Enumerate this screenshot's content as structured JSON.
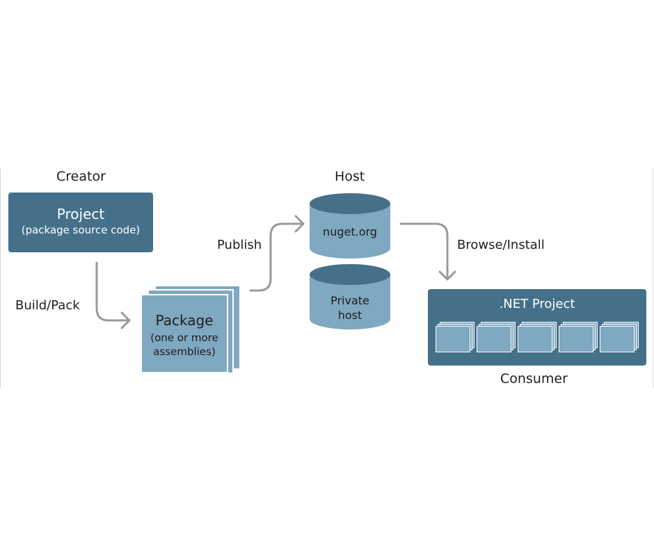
{
  "creator": {
    "title": "Creator",
    "project_title": "Project",
    "project_subtitle": "(package source code)"
  },
  "package": {
    "title": "Package",
    "line1": "(one or more",
    "line2": "assemblies)"
  },
  "host": {
    "title": "Host",
    "nuget": "nuget.org",
    "private_line1": "Private",
    "private_line2": "host"
  },
  "consumer": {
    "title": "Consumer",
    "net_project": ".NET Project"
  },
  "steps": {
    "build_pack": "Build/Pack",
    "publish": "Publish",
    "browse_install": "Browse/Install"
  },
  "colors": {
    "dark_blue": "#457089",
    "light_blue": "#7fa8c1",
    "arrow_gray": "#9a9a9a"
  }
}
